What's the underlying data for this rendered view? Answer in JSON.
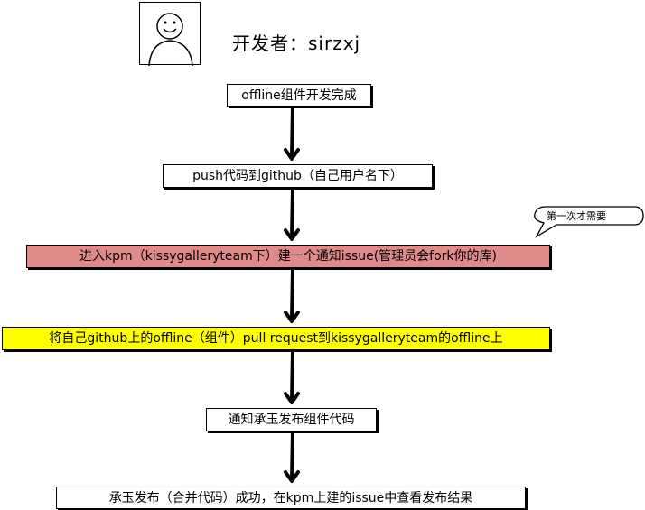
{
  "developer": {
    "label": "开发者：sirzxj"
  },
  "steps": [
    {
      "text": "offline组件开发完成",
      "color": "#ffffff"
    },
    {
      "text": "push代码到github（自己用户名下）",
      "color": "#ffffff"
    },
    {
      "text": "进入kpm（kissygalleryteam下）建一个通知issue(管理员会fork你的库)",
      "color": "#e08a8a"
    },
    {
      "text": "将自己github上的offline（组件）pull request到kissygalleryteam的offline上",
      "color": "#ffff00"
    },
    {
      "text": "通知承玉发布组件代码",
      "color": "#ffffff"
    },
    {
      "text": "承玉发布（合并代码）成功，在kpm上建的issue中查看发布结果",
      "color": "#ffffff"
    }
  ],
  "note": {
    "text": "第一次才需要"
  },
  "icons": [
    "person-avatar-icon",
    "down-arrow-icon"
  ]
}
